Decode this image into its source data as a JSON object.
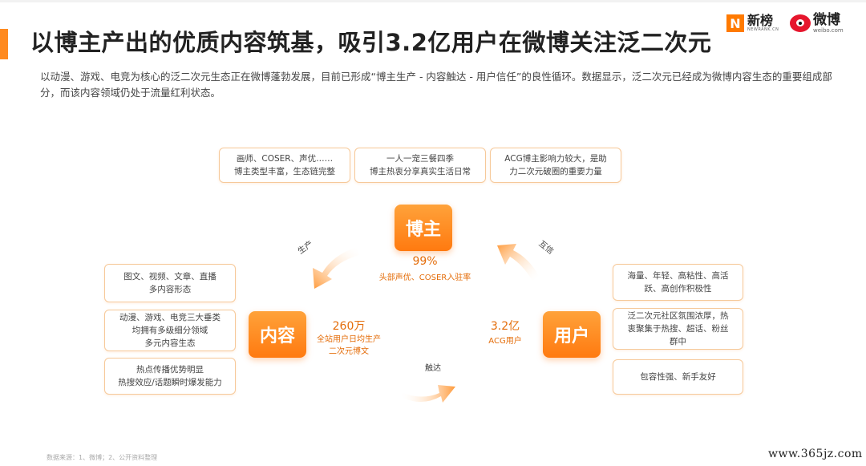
{
  "header": {
    "title": "以博主产出的优质内容筑基，吸引3.2亿用户在微博关注泛二次元",
    "subtitle": "以动漫、游戏、电竞为核心的泛二次元生态正在微博蓬勃发展，目前已形成“博主生产 - 内容触达 - 用户信任”的良性循环。数据显示，泛二次元已经成为微博内容生态的重要组成部分，而该内容领域仍处于流量红利状态。"
  },
  "logos": {
    "xinbang": {
      "name": "新榜",
      "sub": "NEWRANK.CN"
    },
    "weibo": {
      "name": "微博",
      "sub": "weibo.com"
    }
  },
  "top_cards": [
    {
      "line1": "画师、COSER、声优……",
      "line2": "博主类型丰富，生态链完整"
    },
    {
      "line1": "一人一宠三餐四季",
      "line2": "博主热衷分享真实生活日常"
    },
    {
      "line1": "ACG博主影响力较大，是助",
      "line2": "力二次元破圈的重要力量"
    }
  ],
  "left_cards": [
    {
      "lines": [
        "图文、视频、文章、直播",
        "多内容形态"
      ]
    },
    {
      "lines": [
        "动漫、游戏、电竞三大垂类",
        "均拥有多级细分领域",
        "多元内容生态"
      ]
    },
    {
      "lines": [
        "热点传播优势明显",
        "热搜效应/话题瞬时爆发能力"
      ]
    }
  ],
  "right_cards": [
    {
      "lines": [
        "海量、年轻、高粘性、高活",
        "跃、高创作积极性"
      ]
    },
    {
      "lines": [
        "泛二次元社区氛围浓厚，热",
        "衷聚集于热搜、超话、粉丝",
        "群中"
      ]
    },
    {
      "lines": [
        "包容性强、新手友好"
      ]
    }
  ],
  "nodes": {
    "blogger": {
      "label": "博主",
      "value": "99%",
      "desc": "头部声优、COSER入驻率"
    },
    "content": {
      "label": "内容",
      "value": "260万",
      "desc1": "全站用户日均生产",
      "desc2": "二次元博文"
    },
    "user": {
      "label": "用户",
      "value": "3.2亿",
      "desc": "ACG用户"
    }
  },
  "arrows": {
    "produce": "生产",
    "reach": "触达",
    "trust": "互信"
  },
  "colors": {
    "accent": "#ff8a1f",
    "node_gradient_top": "#ffa23a",
    "node_gradient_bottom": "#ff7a10",
    "card_border": "#f6c99a",
    "stat_text": "#e46d0a"
  },
  "footer": {
    "source": "数据来源：1、微博；2、公开资料整理",
    "watermark": "www.365jz.com"
  }
}
